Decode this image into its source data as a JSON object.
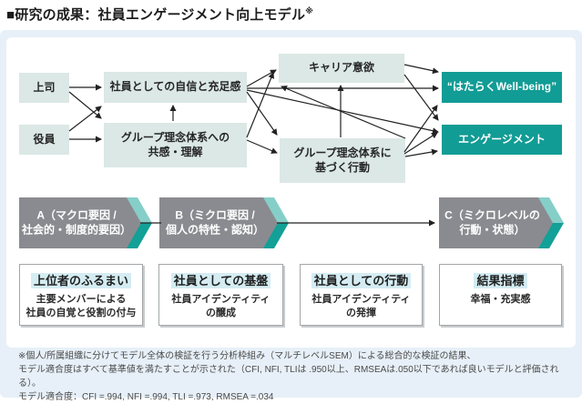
{
  "colors": {
    "page-blue": "#e7f0f8",
    "panel": "#ffffff",
    "node-bg": "#dbe8e5",
    "teal": "#119c95",
    "band-gray": "#8a8b90",
    "chev-light": "#85cfc8",
    "chev-dark": "#12a097",
    "ink": "#222222",
    "highlight": "#d4ecf2",
    "card-border": "#a3a6a9",
    "card-shadow": "#c8cbcd",
    "note": "#4a4a4a"
  },
  "header": {
    "title": "■研究の成果：社員エンゲージメント向上モデル",
    "title_mark": "※"
  },
  "model": {
    "actors": {
      "boss": "上司",
      "executive": "役員"
    },
    "nodes": {
      "confidence": "社員としての自信と充足感",
      "empathy_line1": "グループ理念体系への",
      "empathy_line2": "共感・理解",
      "career": "キャリア意欲",
      "action_line1": "グループ理念体系に",
      "action_line2": "基づく行動",
      "wellbeing": "“はたらくWell-being”",
      "engagement": "エンゲージメント"
    },
    "bands": [
      {
        "line1": "A（マクロ要因 /",
        "line2": "社会的・制度的要因）"
      },
      {
        "line1": "B（ミクロ要因 /",
        "line2": "個人の特性・認知）"
      },
      {
        "line1": "C（ミクロレベルの",
        "line2": "行動・状態）"
      }
    ],
    "cards": [
      {
        "title": "上位者のふるまい",
        "line1": "主要メンバーによる",
        "line2": "社員の自覚と役割の付与"
      },
      {
        "title": "社員としての基盤",
        "line1": "社員アイデンティティ",
        "line2": "の醸成"
      },
      {
        "title": "社員としての行動",
        "line1": "社員アイデンティティ",
        "line2": "の発揮"
      },
      {
        "title": "結果指標",
        "line1": "幸福・充実感",
        "line2": ""
      }
    ]
  },
  "footnotes": {
    "line1": "※個人/所属組織に分けてモデル全体の検証を行う分析枠組み（マルチレベルSEM）による総合的な検証の結果、",
    "line2": "モデル適合度はすべて基準値を満たすことが示された（CFI, NFI, TLIは .950以上、RMSEAは.050以下であれば良いモデルと評価される）。",
    "line3": "モデル適合度：CFI =.994, NFI =.994, TLI =.973, RMSEA =.034"
  }
}
